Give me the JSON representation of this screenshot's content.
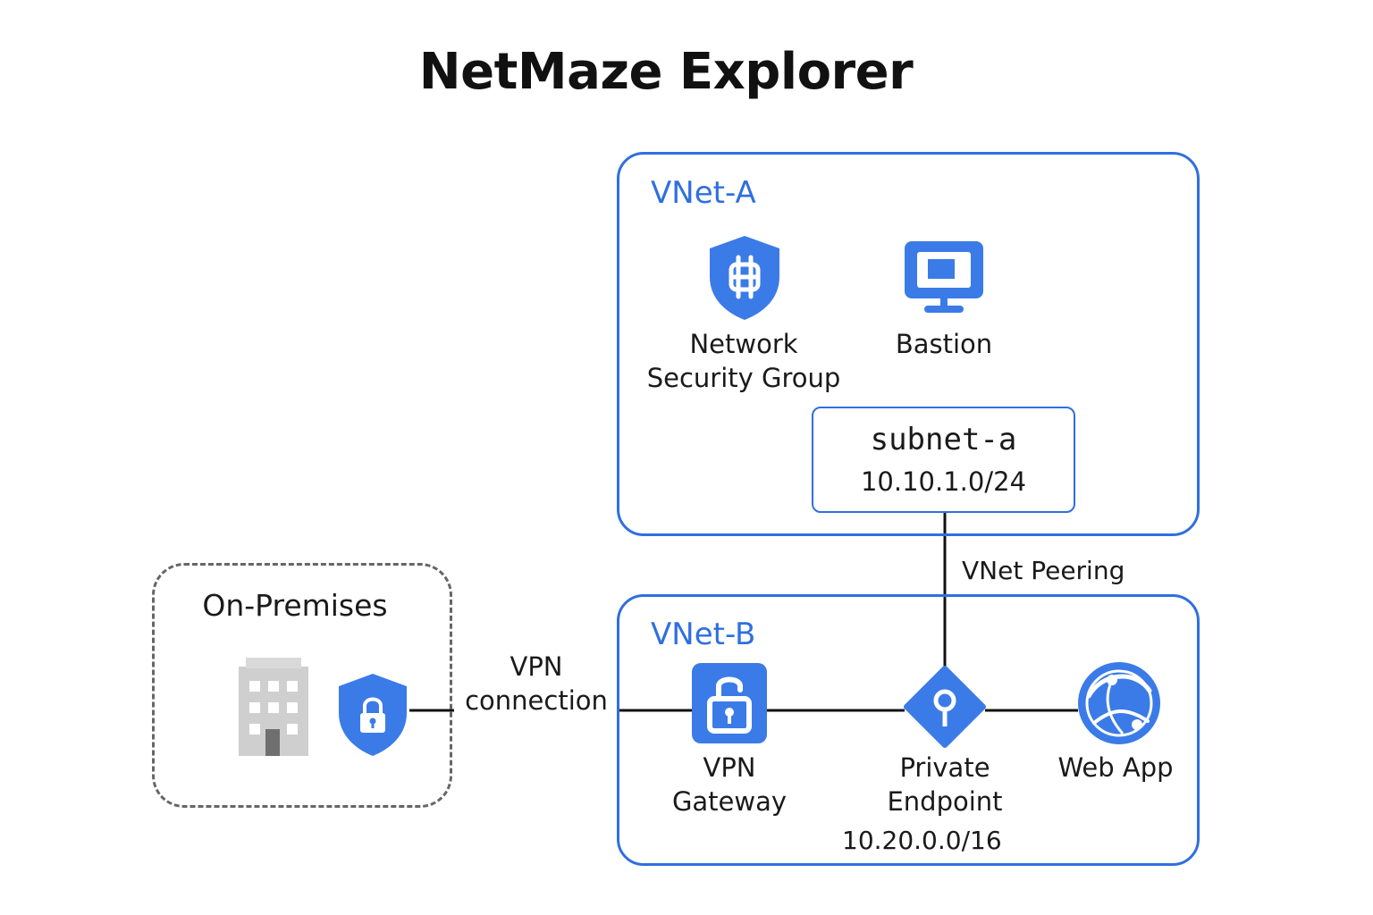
{
  "title": "NetMaze Explorer",
  "vnet_a": {
    "label": "VNet-A",
    "nodes": {
      "nsg": {
        "line1": "Network",
        "line2": "Security Group",
        "icon": "shield-icon"
      },
      "bastion": {
        "label": "Bastion",
        "icon": "monitor-icon"
      }
    },
    "subnet": {
      "name": "subnet-a",
      "cidr": "10.10.1.0/24"
    }
  },
  "vnet_b": {
    "label": "VNet-B",
    "cidr": "10.20.0.0/16",
    "nodes": {
      "vpn_gateway": {
        "line1": "VPN",
        "line2": "Gateway",
        "icon": "unlocked-padlock-icon"
      },
      "private_endpoint": {
        "line1": "Private",
        "line2": "Endpoint",
        "icon": "keyhole-diamond-icon"
      },
      "web_app": {
        "label": "Web App",
        "icon": "globe-icon"
      }
    }
  },
  "on_premises": {
    "label": "On-Premises",
    "icons": [
      "building-icon",
      "shield-lock-icon"
    ]
  },
  "connections": {
    "vpn": {
      "line1": "VPN",
      "line2": "connection"
    },
    "peering": {
      "label": "VNet Peering"
    }
  },
  "colors": {
    "accent": "#2f6fe0",
    "icon_blue": "#3b7be8",
    "dashed_border": "#666666",
    "building_gray": "#cfcfcf"
  }
}
